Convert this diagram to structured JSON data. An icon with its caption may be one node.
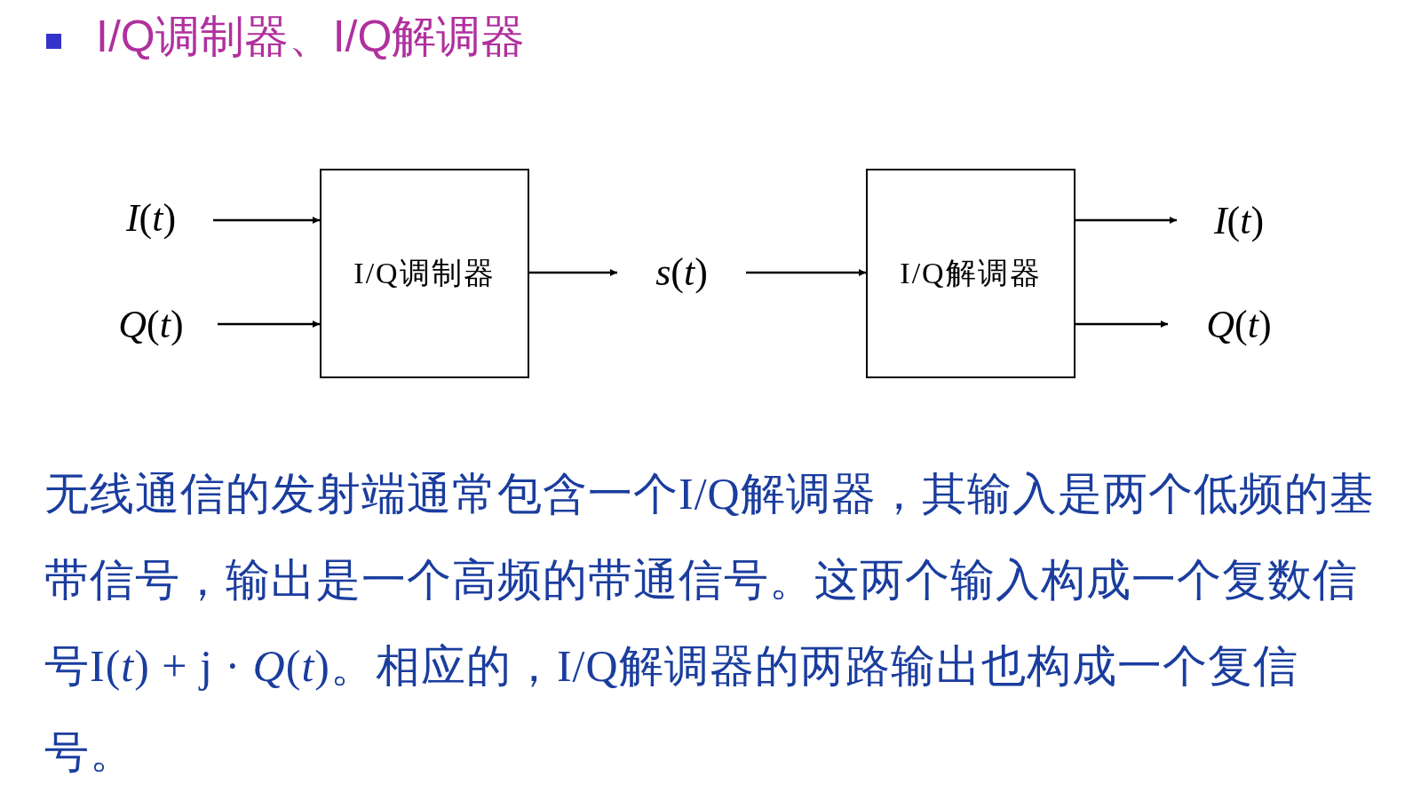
{
  "diagram": {
    "title": "I/Q调制器、I/Q解调器",
    "nodes": [
      {
        "text": [
          "*I*(*t*)"
        ]
      },
      {
        "text": [
          "*Q*(*t*)"
        ]
      },
      {
        "text": [
          "I/Q调制器"
        ]
      },
      {
        "text": [
          "*s*(*t*)"
        ]
      },
      {
        "text": [
          "I/Q解调器"
        ]
      },
      {
        "text": [
          "*I*(*t*)"
        ]
      },
      {
        "text": [
          "*Q*(*t*)"
        ]
      }
    ],
    "edges": [
      {
        "from": 0,
        "to": 2,
        "arrow": "to"
      },
      {
        "from": 1,
        "to": 2,
        "arrow": "to"
      },
      {
        "from": 2,
        "to": 3,
        "arrow": "to"
      },
      {
        "from": 3,
        "to": 4,
        "arrow": "to"
      },
      {
        "from": 4,
        "to": 5,
        "arrow": "to"
      },
      {
        "from": 4,
        "to": 6,
        "arrow": "to"
      }
    ],
    "labels": [
      "无线通信的发射端通常包含一个I/Q解调器，其输入是两个低频的基带信号，输出是一个高频的带通信号。这两个输入构成一个复数信号I(*t*) + j · *Q*(*t*)。相应的，I/Q解调器的两路输出也构成一个复信号。"
    ]
  }
}
